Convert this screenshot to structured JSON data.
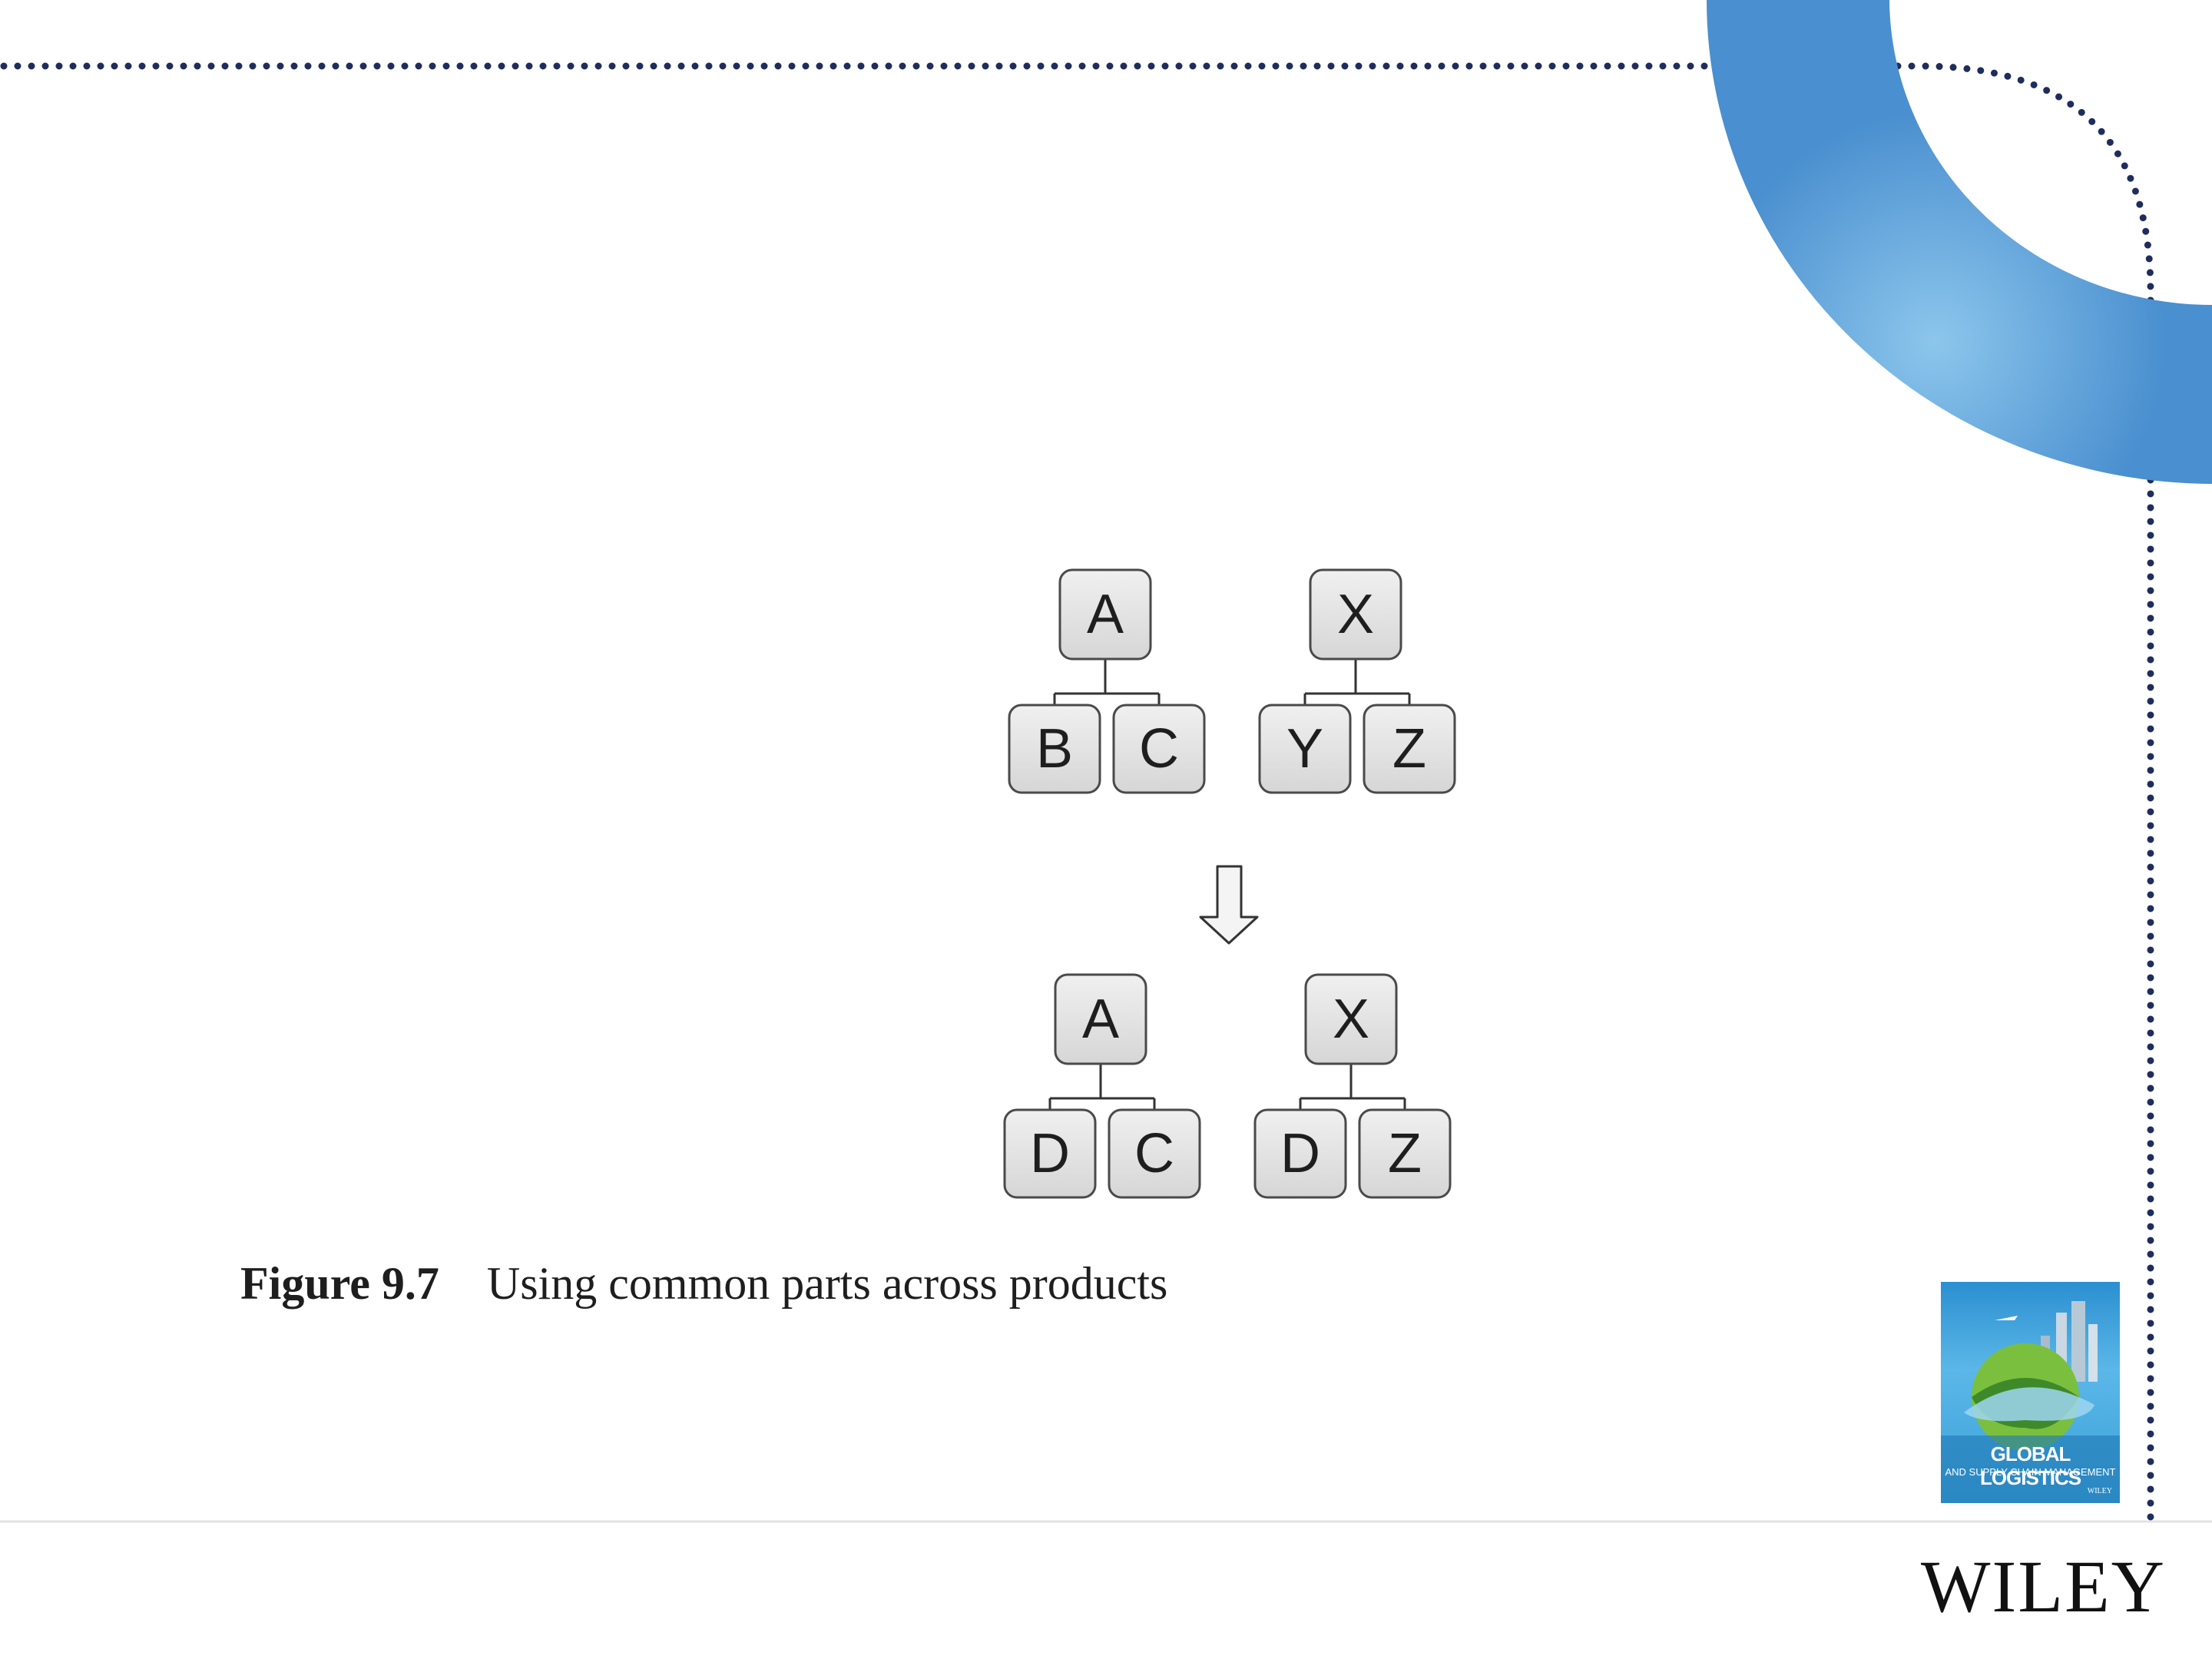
{
  "diagram": {
    "top_trees": [
      {
        "root": "A",
        "children": [
          "B",
          "C"
        ]
      },
      {
        "root": "X",
        "children": [
          "Y",
          "Z"
        ]
      }
    ],
    "arrow": "down",
    "bottom_trees": [
      {
        "root": "A",
        "children": [
          "D",
          "C"
        ]
      },
      {
        "root": "X",
        "children": [
          "D",
          "Z"
        ]
      }
    ]
  },
  "caption": {
    "figure_number": "Figure 9.7",
    "text": "Using common parts across products"
  },
  "book_cover": {
    "title": "GLOBAL LOGISTICS",
    "subtitle": "AND SUPPLY CHAIN MANAGEMENT",
    "publisher": "WILEY"
  },
  "logo": {
    "text": "WILEY"
  },
  "colors": {
    "accent_blue": "#4a8fcf",
    "dots": "#1f2d5c",
    "box_fill": "#e4e4e4"
  }
}
